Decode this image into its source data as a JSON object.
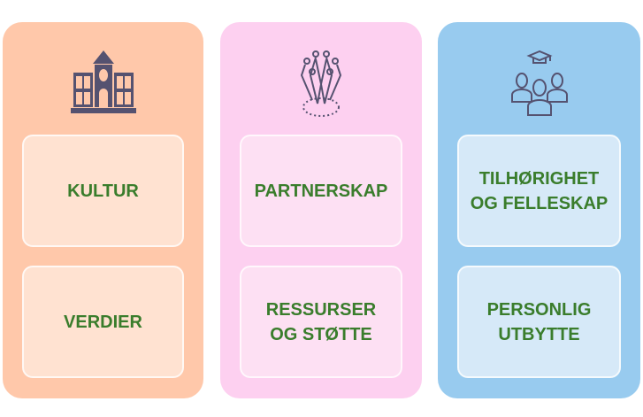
{
  "columns": [
    {
      "icon": "school-building-icon",
      "items": [
        "KULTUR",
        "VERDIER"
      ]
    },
    {
      "icon": "team-celebration-icon",
      "items": [
        "PARTNERSKAP",
        "RESSURSER\nOG STØTTE"
      ]
    },
    {
      "icon": "students-graduation-icon",
      "items": [
        "TILHØRIGHET\nOG FELLESKAP",
        "PERSONLIG\nUTBYTTE"
      ]
    }
  ],
  "colors": {
    "text": "#3A7D2C",
    "icon": "#555270",
    "orange": "#FFC8AA",
    "pink": "#FDD0F0",
    "blue": "#98CBEF"
  }
}
